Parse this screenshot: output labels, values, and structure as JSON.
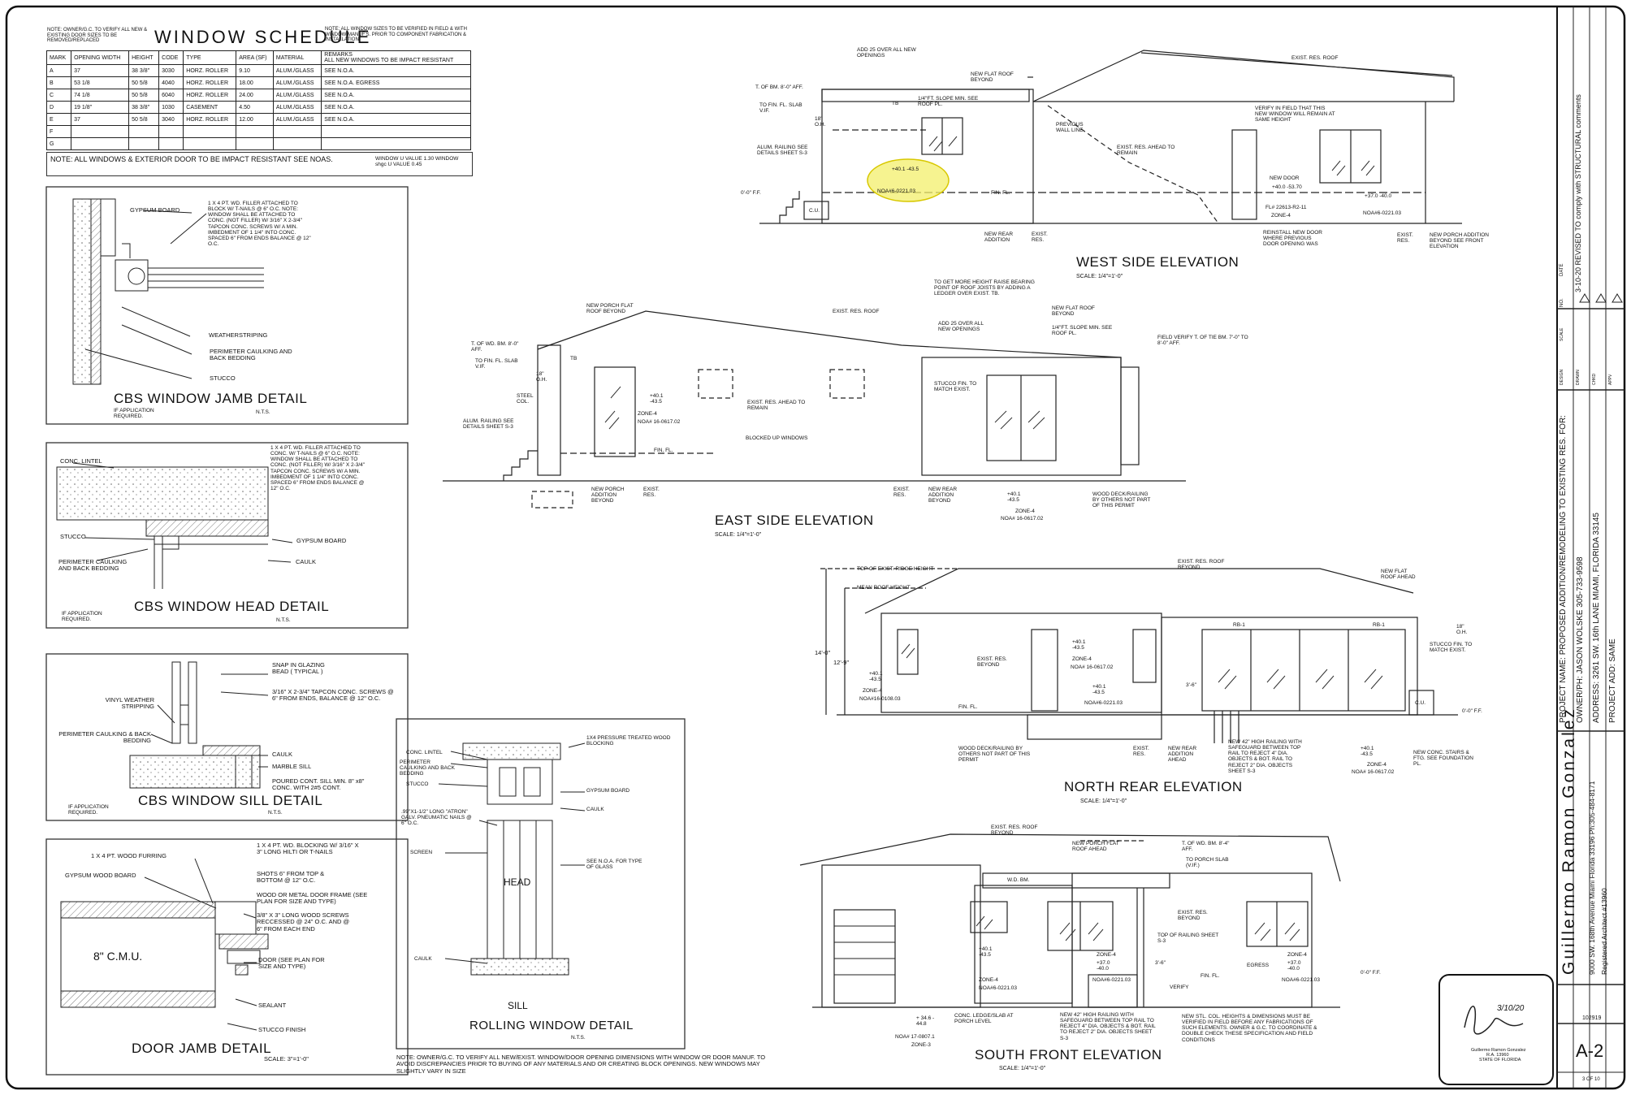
{
  "window_schedule": {
    "title": "WINDOW SCHEDULE",
    "note_left": "NOTE: OWNER/G.C. TO VERIFY ALL NEW & EXISTING DOOR SIZES TO BE REMOVED/REPLACED",
    "note_right": "NOTE: ALL WINDOW SIZES TO BE VERIFIED IN FIELD & WITH WINDOW MANUF'S. PRIOR TO COMPONENT FABRICATION & INSTALLATION.",
    "headers": [
      "MARK",
      "OPENING WIDTH",
      "HEIGHT",
      "CODE",
      "TYPE",
      "AREA (SF)",
      "MATERIAL",
      "REMARKS"
    ],
    "remarks_header": "ALL NEW WINDOWS TO BE IMPACT RESISTANT",
    "rows": [
      [
        "A",
        "37",
        "38 3/8\"",
        "3030",
        "HORZ. ROLLER",
        "9.10",
        "ALUM./GLASS",
        "SEE N.O.A."
      ],
      [
        "B",
        "53 1/8",
        "50 5/8",
        "4040",
        "HORZ. ROLLER",
        "18.00",
        "ALUM./GLASS",
        "SEE N.O.A. EGRESS"
      ],
      [
        "C",
        "74 1/8",
        "50 5/8",
        "6040",
        "HORZ. ROLLER",
        "24.00",
        "ALUM./GLASS",
        "SEE N.O.A."
      ],
      [
        "D",
        "19 1/8\"",
        "38 3/8\"",
        "1030",
        "CASEMENT",
        "4.50",
        "ALUM./GLASS",
        "SEE N.O.A."
      ],
      [
        "E",
        "37",
        "50 5/8",
        "3040",
        "HORZ. ROLLER",
        "12.00",
        "ALUM./GLASS",
        "SEE N.O.A."
      ],
      [
        "F",
        "",
        "",
        "",
        "",
        "",
        "",
        ""
      ],
      [
        "G",
        "",
        "",
        "",
        "",
        "",
        "",
        ""
      ]
    ],
    "footer_note": "NOTE: ALL WINDOWS & EXTERIOR DOOR TO BE IMPACT RESISTANT SEE NOAS.",
    "u_values": "WINDOW U VALUE 1.30 WINDOW shgc U VALUE 0.45"
  },
  "details": {
    "jamb": {
      "title": "CBS WINDOW JAMB DETAIL",
      "note": "IF APPLICATION REQUIRED.",
      "scale": "N.T.S.",
      "labels": [
        "GYPSUM BOARD",
        "1 X 4 PT. WD. FILLER ATTACHED TO BLOCK W/ T-NAILS @ 6\" O.C. NOTE: WINDOW SHALL BE ATTACHED TO CONC. (NOT FILLER) W/ 3/16\" X 2-3/4\" TAPCON CONC. SCREWS W/ A MIN. IMBEDMENT OF 1 1/4\" INTO CONC. SPACED 6\" FROM ENDS BALANCE @ 12\" O.C.",
        "WEATHERSTRIPING",
        "PERIMETER CAULKING AND BACK BEDDING",
        "STUCCO"
      ]
    },
    "head": {
      "title": "CBS WINDOW HEAD DETAIL",
      "note": "IF APPLICATION REQUIRED.",
      "scale": "N.T.S.",
      "labels": [
        "CONC. LINTEL",
        "1 X 4 PT. WD. FILLER ATTACHED TO CONC. W/ T-NAILS @ 6\" O.C. NOTE: WINDOW SHALL BE ATTACHED TO CONC. (NOT FILLER) W/ 3/16\" X 2-3/4\" TAPCON CONC. SCREWS W/ A MIN. IMBEDMENT OF 1 1/4\" INTO CONC. SPACED 6\" FROM ENDS BALANCE @ 12\" O.C.",
        "STUCCO",
        "GYPSUM BOARD",
        "PERIMETER CAULKING AND BACK BEDDING",
        "CAULK"
      ]
    },
    "sill": {
      "title": "CBS WINDOW SILL DETAIL",
      "note": "IF APPLICATION REQUIRED.",
      "scale": "N.T.S.",
      "labels": [
        "SNAP IN GLAZING BEAD ( TYPICAL )",
        "VINYL WEATHER STRIPPING",
        "3/16\" X 2-3/4\" TAPCON CONC. SCREWS @ 6\" FROM ENDS, BALANCE @ 12\" O.C.",
        "PERIMETER CAULKING & BACK BEDDING",
        "CAULK",
        "MARBLE SILL",
        "POURED CONT. SILL MIN. 8\" x8\" CONC. WITH 2#5 CONT."
      ]
    },
    "door_jamb": {
      "title": "DOOR JAMB DETAIL",
      "scale": "SCALE: 3\"=1'-0\"",
      "labels": [
        "1 X 4 PT. WOOD FURRING",
        "1 X 4 PT. WD. BLOCKING W/ 3/16\" X 3\" LONG HILTI OR T-NAILS",
        "SHOTS 6\" FROM TOP & BOTTOM @ 12\" O.C.",
        "GYPSUM WOOD BOARD",
        "WOOD OR METAL DOOR FRAME (SEE PLAN FOR SIZE AND TYPE)",
        "3/8\" X 3\" LONG WOOD SCREWS RECCESSED @ 24\" O.C. AND @ 6\" FROM EACH END",
        "8\" C.M.U.",
        "DOOR (SEE PLAN FOR SIZE AND TYPE)",
        "SEALANT",
        "STUCCO FINISH"
      ]
    },
    "rolling": {
      "title": "ROLLING WINDOW DETAIL",
      "scale": "N.T.S.",
      "labels": [
        "CONC. LINTEL",
        "PERIMETER CAULKING AND BACK BEDDING",
        "1X4 PRESSURE TREATED WOOD BLOCKING",
        "STUCCO",
        "GYPSUM BOARD",
        "CAULK",
        ".99\"X1-1/2\" LONG \"ATRON\" GALV. PNEUMATIC NAILS @ 6\" O.C.",
        "SCREEN",
        "SEE N.O.A. FOR TYPE OF GLASS",
        "HEAD",
        "CAULK",
        "SILL"
      ]
    }
  },
  "general_note": "NOTE: OWNER/G.C. TO VERIFY ALL NEW/EXIST. WINDOW/DOOR OPENING DIMENSIONS WITH WINDOW OR DOOR MANUF. TO AVOID DISCREPANCIES PRIOR TO BUYING OF ANY MATERIALS AND OR CREATING BLOCK OPENINGS. NEW WINDOWS MAY SLIGHTLY VARY IN SIZE",
  "elevations": {
    "west": {
      "title": "WEST SIDE ELEVATION",
      "scale": "SCALE: 1/4\"=1'-0\"",
      "labels": [
        "ADD 25 OVER ALL NEW OPENINGS",
        "NEW FLAT ROOF BEYOND",
        "EXIST. RES. ROOF",
        "T. OF BM. 8'-0\" AFF.",
        "TO FIN. FL. SLAB V.IF.",
        "1/4\"FT. SLOPE MIN. SEE ROOF PL.",
        "TB",
        "18\" O.H.",
        "PREVIOUS WALL LINE",
        "ALUM. RAILING SEE DETAILS SHEET S-3",
        "EXIST. RES. AHEAD TO REMAIN",
        "VERIFY IN FIELD THAT THIS NEW WINDOW WILL REMAIN AT SAME HEIGHT",
        "NEW DOOR",
        "ZONE-4",
        "FL# 22613-R2-11",
        "+40.0 -53.70",
        "+40.1 -43.5",
        "NOA#6-0221.03",
        "+37.0 -40.0",
        "NOA#6-0221.03",
        "0'-0\" F.F.",
        "FIN. FL.",
        "C.U.",
        "REINSTALL NEW DOOR WHERE PREVIOUS DOOR OPENING WAS",
        "NEW REAR ADDITION",
        "EXIST. RES.",
        "EXIST. RES.",
        "NEW PORCH ADDITION BEYOND SEE FRONT ELEVATION"
      ]
    },
    "east": {
      "title": "EAST SIDE ELEVATION",
      "scale": "SCALE: 1/4\"=1'-0\"",
      "labels": [
        "NEW PORCH FLAT ROOF BEYOND",
        "EXIST. RES. ROOF",
        "TO GET MORE HEIGHT RAISE BEARING POINT OF ROOF JOISTS BY ADDING A LEDGER OVER EXIST. TB.",
        "NEW FLAT ROOF BEYOND",
        "ADD 25 OVER ALL NEW OPENINGS",
        "1/4\"FT. SLOPE MIN. SEE ROOF PL.",
        "FIELD VERIFY T. OF TIE BM. 7'-0\" TO 8'-0\" AFF.",
        "T. OF WD. BM. 8'-0\" AFF.",
        "TO FIN. FL. SLAB V.IF.",
        "TB",
        "18\" O.H.",
        "STEEL COL.",
        "ALUM. RAILING SEE DETAILS SHEET S-3",
        "+40.1 -43.5",
        "ZONE-4",
        "NOA# 16-0617.02",
        "EXIST. RES. AHEAD TO REMAIN",
        "BLOCKED UP WINDOWS",
        "STUCCO FIN. TO MATCH EXIST.",
        "FIN. FL.",
        "NEW PORCH ADDITION BEYOND",
        "EXIST. RES.",
        "EXIST. RES.",
        "NEW REAR ADDITION BEYOND",
        "+40.1 -43.5",
        "ZONE-4",
        "NOA# 16-0617.02",
        "WOOD DECK/RAILING BY OTHERS NOT PART OF THIS PERMIT"
      ]
    },
    "north": {
      "title": "NORTH REAR ELEVATION",
      "scale": "SCALE: 1/4\"=1'-0\"",
      "labels": [
        "TOP OF EXIST. RIDGE HEIGHT",
        "MEAN ROOF HEIGHT",
        "EXIST. RES. ROOF BEYOND",
        "NEW FLAT ROOF AHEAD",
        "14'-0\"",
        "12'-9\"",
        "RB-1",
        "RB-1",
        "18\" O.H.",
        "STUCCO FIN. TO MATCH EXIST.",
        "EXIST. RES. BEYOND",
        "+40.1 -43.5",
        "ZONE-4",
        "NOA# 16-0617.02",
        "+40.1 -43.5",
        "ZONE-4",
        "NOA#16-0108.03",
        "+40.1 -43.5",
        "NOA#6-0221.03",
        "FIN. FL.",
        "0'-0\" F.F.",
        "3'-6\"",
        "WOOD DECK/RAILING BY OTHERS NOT PART OF THIS PERMIT",
        "EXIST. RES.",
        "NEW REAR ADDITION AHEAD",
        "NEW 42\" HIGH RAILING WITH SAFEGUARD BETWEEN TOP RAIL TO REJECT 4\" DIA. OBJECTS & BOT. RAIL TO REJECT 2\" DIA. OBJECTS SHEET S-3",
        "+40.1 -43.5",
        "ZONE-4",
        "NOA# 16-0617.02",
        "NEW CONC. STAIRS & FTG. SEE FOUNDATION PL.",
        "C.U."
      ]
    },
    "south": {
      "title": "SOUTH FRONT ELEVATION",
      "scale": "SCALE: 1/4\"=1'-0\"",
      "labels": [
        "EXIST. RES. ROOF BEYOND",
        "NEW PORCH FLAT ROOF AHEAD",
        "T. OF WD. BM. 8'-4\" AFF.",
        "TO PORCH SLAB (V.IF.)",
        "W.D. BM.",
        "EXIST. RES. BEYOND",
        "TOP OF RAILING SHEET S-3",
        "+40.1 -43.5",
        "ZONE-4",
        "NOA#6-0221.03",
        "ZONE-4",
        "+37.0 -40.0",
        "NOA#6-0221.03",
        "ZONE-4",
        "+37.0 -40.0",
        "NOA#6-0221.03",
        "EGRESS",
        "FIN. FL.",
        "0'-0\" F.F.",
        "3'-6\"",
        "VERIFY",
        "+ 34.6 - 44.8",
        "NOA# 17-0807.1",
        "ZONE-3",
        "CONC. LEDGE/SLAB AT PORCH LEVEL",
        "NEW 42\" HIGH RAILING WITH SAFEGUARD BETWEEN TOP RAIL TO REJECT 4\" DIA. OBJECTS & BOT. RAIL TO REJECT 2\" DIA. OBJECTS SHEET S-3",
        "NEW STL. COL. HEIGHTS & DIMENSIONS MUST BE VERIFIED IN FIELD BEFORE ANY FABRICATIONS OF SUCH ELEMENTS. OWNER & G.C. TO COORDINATE & DOUBLE CHECK THESE SPECIFICATION AND FIELD CONDITIONS"
      ]
    }
  },
  "title_block": {
    "revision": "3-10-20 REVISED TO comply with STRUCTURAL comments",
    "rev_headers": [
      "NO.",
      "DATE"
    ],
    "drawn_headers": [
      "DESIGN",
      "DRAWN",
      "CHKD",
      "APPV",
      "SCALE"
    ],
    "project_name": "PROJECT NAME: PROPOSED ADDITION/REMODELING TO EXISTING RES. FOR:",
    "owner": "OWNER/PH: JASON WOLSKE     305-733-9598",
    "address": "ADDRESS: 3261 SW. 16th LANE MIAMI, FLORIDA 33145",
    "project_add": "PROJECT ADD: SAME",
    "architect": "Guillermo Ramon Gonzalez",
    "architect_address": "9000 SW. 168th Avenue Miami Florida 33196  Ph:305-484-8171",
    "registration": "Registered Architect #13960",
    "seal_name": "Guillermo Ramon Gonzalez",
    "seal_reg": "R.A. 13960",
    "seal_state": "STATE OF FLORIDA",
    "signature_date": "3/10/20",
    "job_no": "102919",
    "sheet": "A-2",
    "sheet_of": "3 OF 10"
  }
}
